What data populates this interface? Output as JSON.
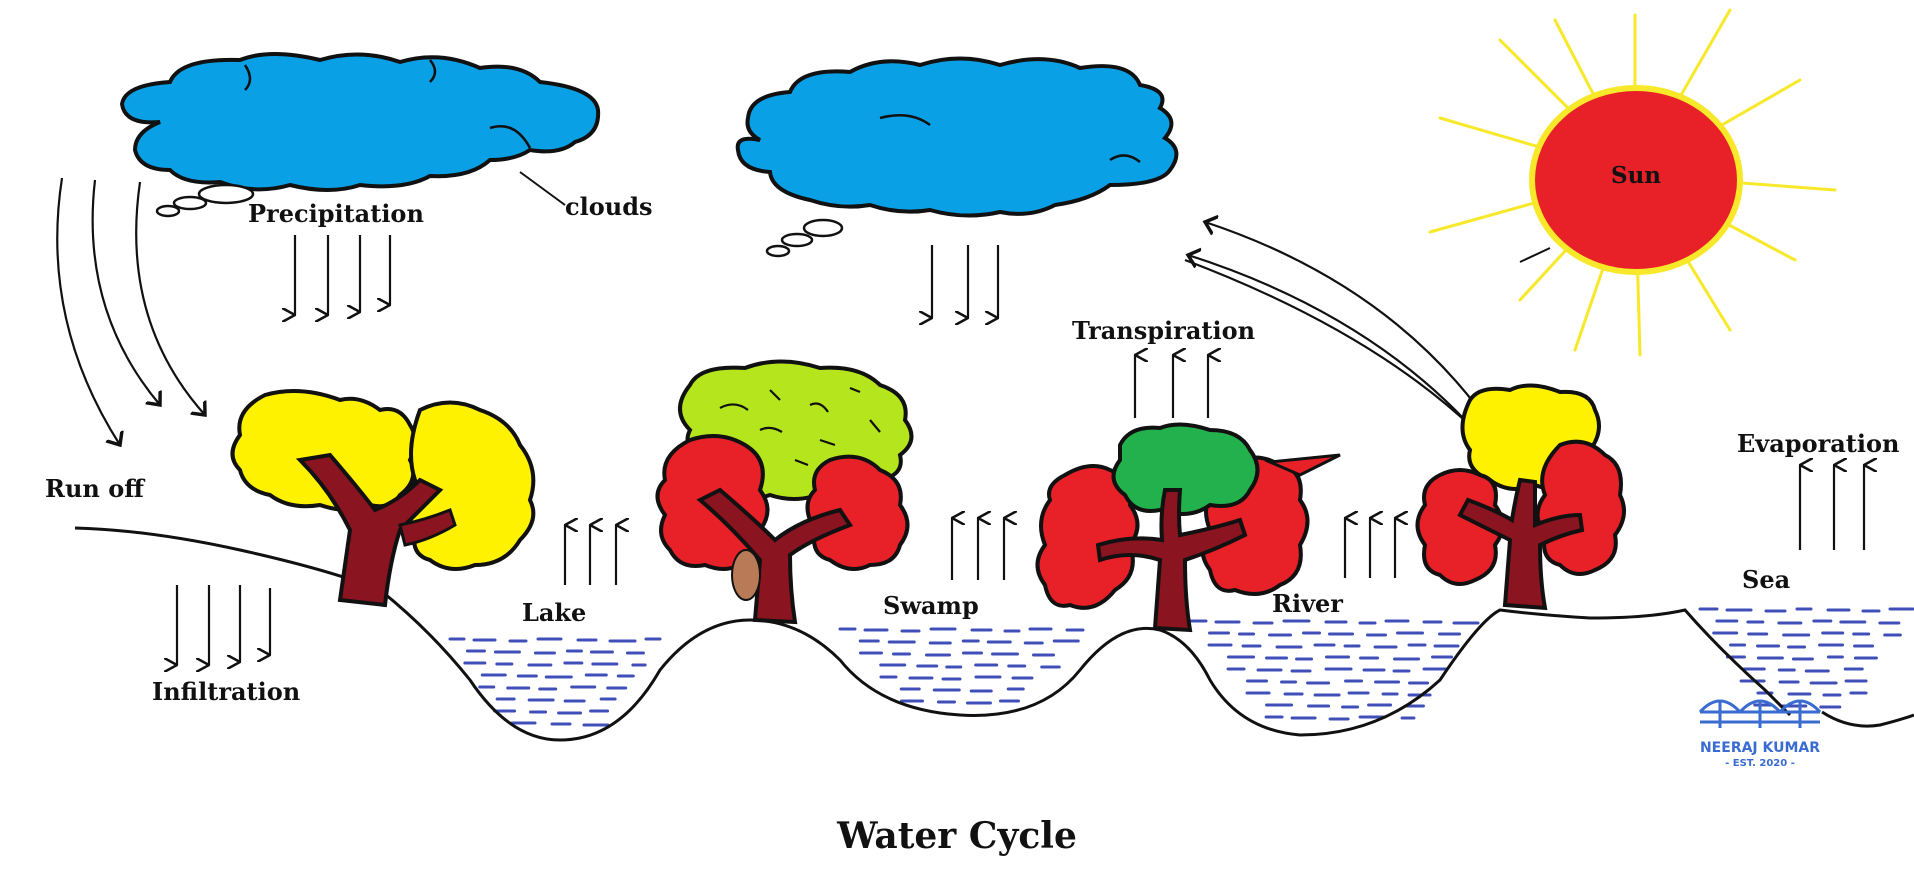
{
  "title": "Water Cycle",
  "labels": {
    "precipitation": "Precipitation",
    "clouds": "clouds",
    "sun": "Sun",
    "transpiration": "Transpiration",
    "evaporation": "Evaporation",
    "run_off": "Run off",
    "infiltration": "Infiltration",
    "lake": "Lake",
    "swamp": "Swamp",
    "river": "River",
    "sea": "Sea"
  },
  "watermark": {
    "name": "NEERAJ KUMAR",
    "est": "- EST. 2020 -"
  },
  "colors": {
    "cloud": "#0aa0e6",
    "sun": "#e82027",
    "sun_rays": "#f7e82a",
    "water_dashes": "#3f4fb8",
    "trunk": "#8a1420",
    "foliage_yellow": "#fff200",
    "foliage_red": "#e82027",
    "foliage_lime": "#b5e61d",
    "foliage_green": "#22b14c",
    "watermark": "#3a6bd0"
  }
}
